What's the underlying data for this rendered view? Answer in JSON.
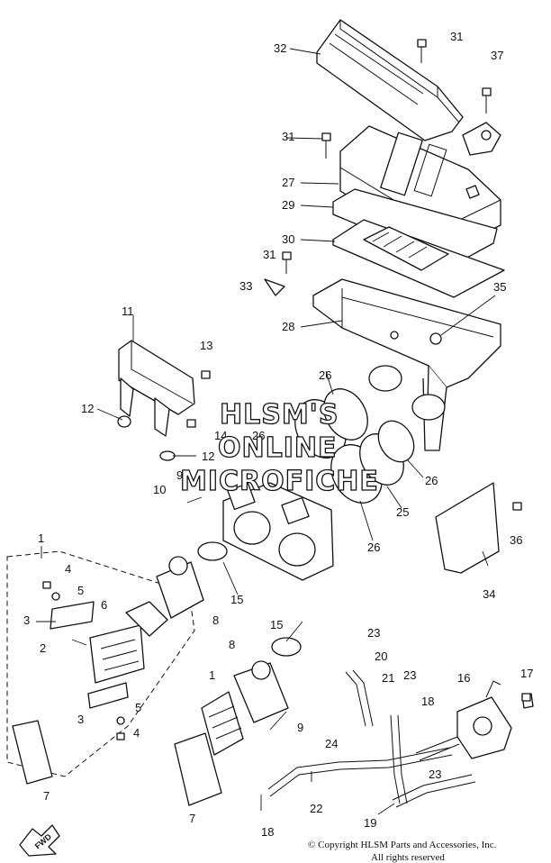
{
  "watermark": {
    "line1": "HLSM'S",
    "line2": "ONLINE",
    "line3": "MICROFICHE"
  },
  "copyright": {
    "line1": "© Copyright HLSM Parts and Accessories, Inc.",
    "line2": "All rights reserved"
  },
  "fwd_label": "FWD",
  "callouts": [
    "32",
    "31",
    "37",
    "31",
    "27",
    "29",
    "30",
    "31",
    "33",
    "35",
    "28",
    "11",
    "13",
    "26",
    "12",
    "14",
    "26",
    "12",
    "26",
    "9",
    "10",
    "25",
    "26",
    "36",
    "1",
    "4",
    "5",
    "3",
    "6",
    "8",
    "15",
    "34",
    "2",
    "15",
    "23",
    "20",
    "8",
    "23",
    "21",
    "16",
    "17",
    "1",
    "18",
    "5",
    "3",
    "9",
    "4",
    "24",
    "23",
    "7",
    "7",
    "22",
    "18",
    "19"
  ]
}
